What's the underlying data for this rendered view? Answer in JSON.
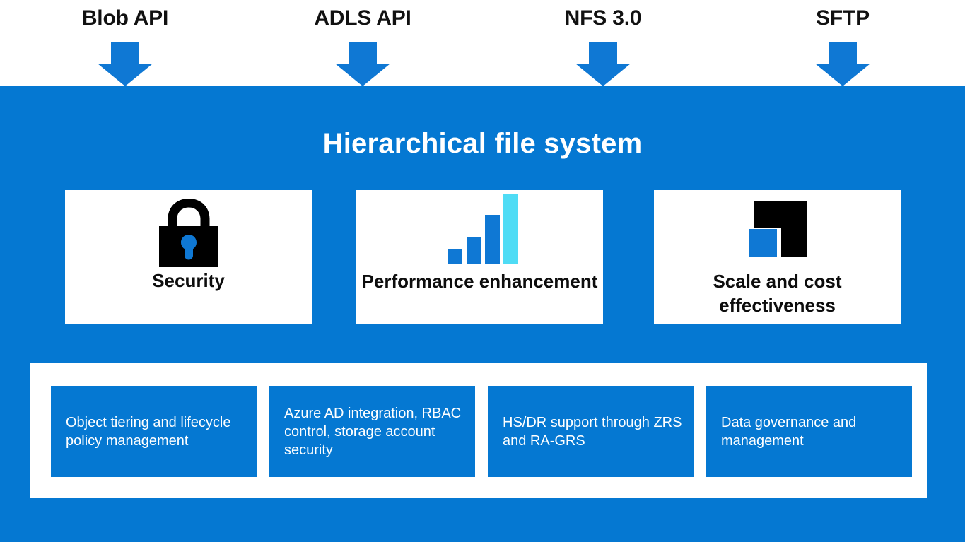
{
  "colors": {
    "azure_blue": "#0578d2",
    "arrow_blue": "#0f78d4",
    "accent_cyan": "#4fdcf5",
    "icon_black": "#000000",
    "card_white": "#ffffff",
    "label_black": "#111111"
  },
  "top_apis": [
    {
      "label": "Blob API",
      "arrow_icon": "arrow-down-icon"
    },
    {
      "label": "ADLS API",
      "arrow_icon": "arrow-down-icon"
    },
    {
      "label": "NFS 3.0",
      "arrow_icon": "arrow-down-icon"
    },
    {
      "label": "SFTP",
      "arrow_icon": "arrow-down-icon"
    }
  ],
  "panel": {
    "title": "Hierarchical file system"
  },
  "cards": [
    {
      "label": "Security",
      "icon": "padlock-icon",
      "icon_colors": {
        "body": "#000000",
        "keyhole": "#0f78d4"
      }
    },
    {
      "label": "Performance enhancement",
      "icon": "bar-chart-icon",
      "bars": [
        {
          "height_pct": 22,
          "color": "#0f78d4"
        },
        {
          "height_pct": 39,
          "color": "#0f78d4"
        },
        {
          "height_pct": 70,
          "color": "#0f78d4"
        },
        {
          "height_pct": 100,
          "color": "#4fdcf5"
        }
      ]
    },
    {
      "label": "Scale and cost effectiveness",
      "icon": "scale-blocks-icon",
      "icon_colors": {
        "blocks": "#000000",
        "highlight": "#0f78d4"
      }
    }
  ],
  "tiles": [
    {
      "text": "Object tiering and lifecycle policy management"
    },
    {
      "text": "Azure AD integration, RBAC control, storage account security"
    },
    {
      "text": "HS/DR support through ZRS and RA-GRS"
    },
    {
      "text": "Data governance and management"
    }
  ]
}
